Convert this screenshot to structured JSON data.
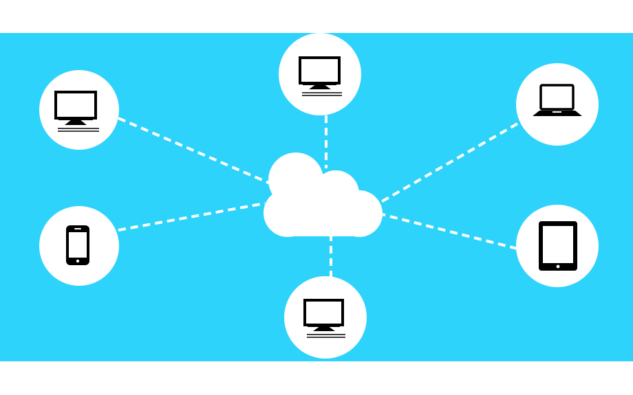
{
  "diagram": {
    "background_color": "#ffffff",
    "panel_color": "#2ed3fb",
    "node_color": "#ffffff",
    "icon_color": "#000000",
    "connector_color": "#ffffff",
    "connector_style": "dashed",
    "hub": {
      "icon": "cloud-icon"
    },
    "nodes": [
      {
        "id": "top-left",
        "icon": "desktop-monitor-icon"
      },
      {
        "id": "top-center",
        "icon": "desktop-monitor-icon"
      },
      {
        "id": "top-right",
        "icon": "laptop-icon"
      },
      {
        "id": "bottom-left",
        "icon": "smartphone-icon"
      },
      {
        "id": "bottom-center",
        "icon": "desktop-monitor-icon"
      },
      {
        "id": "bottom-right",
        "icon": "tablet-icon"
      }
    ]
  }
}
